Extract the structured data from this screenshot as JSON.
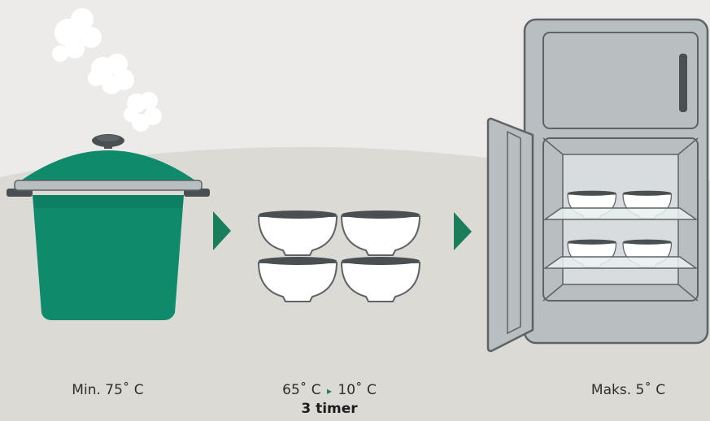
{
  "captions": {
    "pot": "Min. 75˚ C",
    "bowls_from": "65˚ C",
    "bowls_arrow": "▸",
    "bowls_to": "10˚ C",
    "bowls_duration": "3 timer",
    "fridge": "Maks. 5˚ C"
  },
  "colors": {
    "background_top": "#ecebe9",
    "background_ground": "#dcdad5",
    "pot_green": "#0f8a6b",
    "pot_green_dark": "#0b6b53",
    "arrow_green": "#1a7d5c",
    "metal_gray": "#b9bec1",
    "outline": "#5d6366",
    "steam": "#ffffff"
  },
  "icons": [
    "steam-icon",
    "pot-icon",
    "arrow-right-icon",
    "bowl-icon",
    "fridge-icon"
  ]
}
